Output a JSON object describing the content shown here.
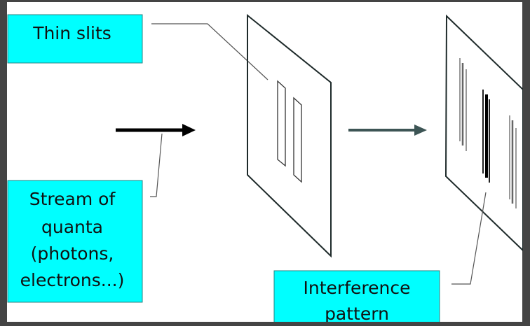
{
  "labels": {
    "slits": "Thin slits",
    "stream": [
      "Stream of",
      "quanta",
      "(photons,",
      "electrons...)"
    ],
    "pattern": [
      "Interference",
      "pattern"
    ]
  },
  "colors": {
    "label_box": "#00ffff",
    "frame": "#444444",
    "arrow_in": "#000000",
    "arrow_out": "#3d5555"
  }
}
